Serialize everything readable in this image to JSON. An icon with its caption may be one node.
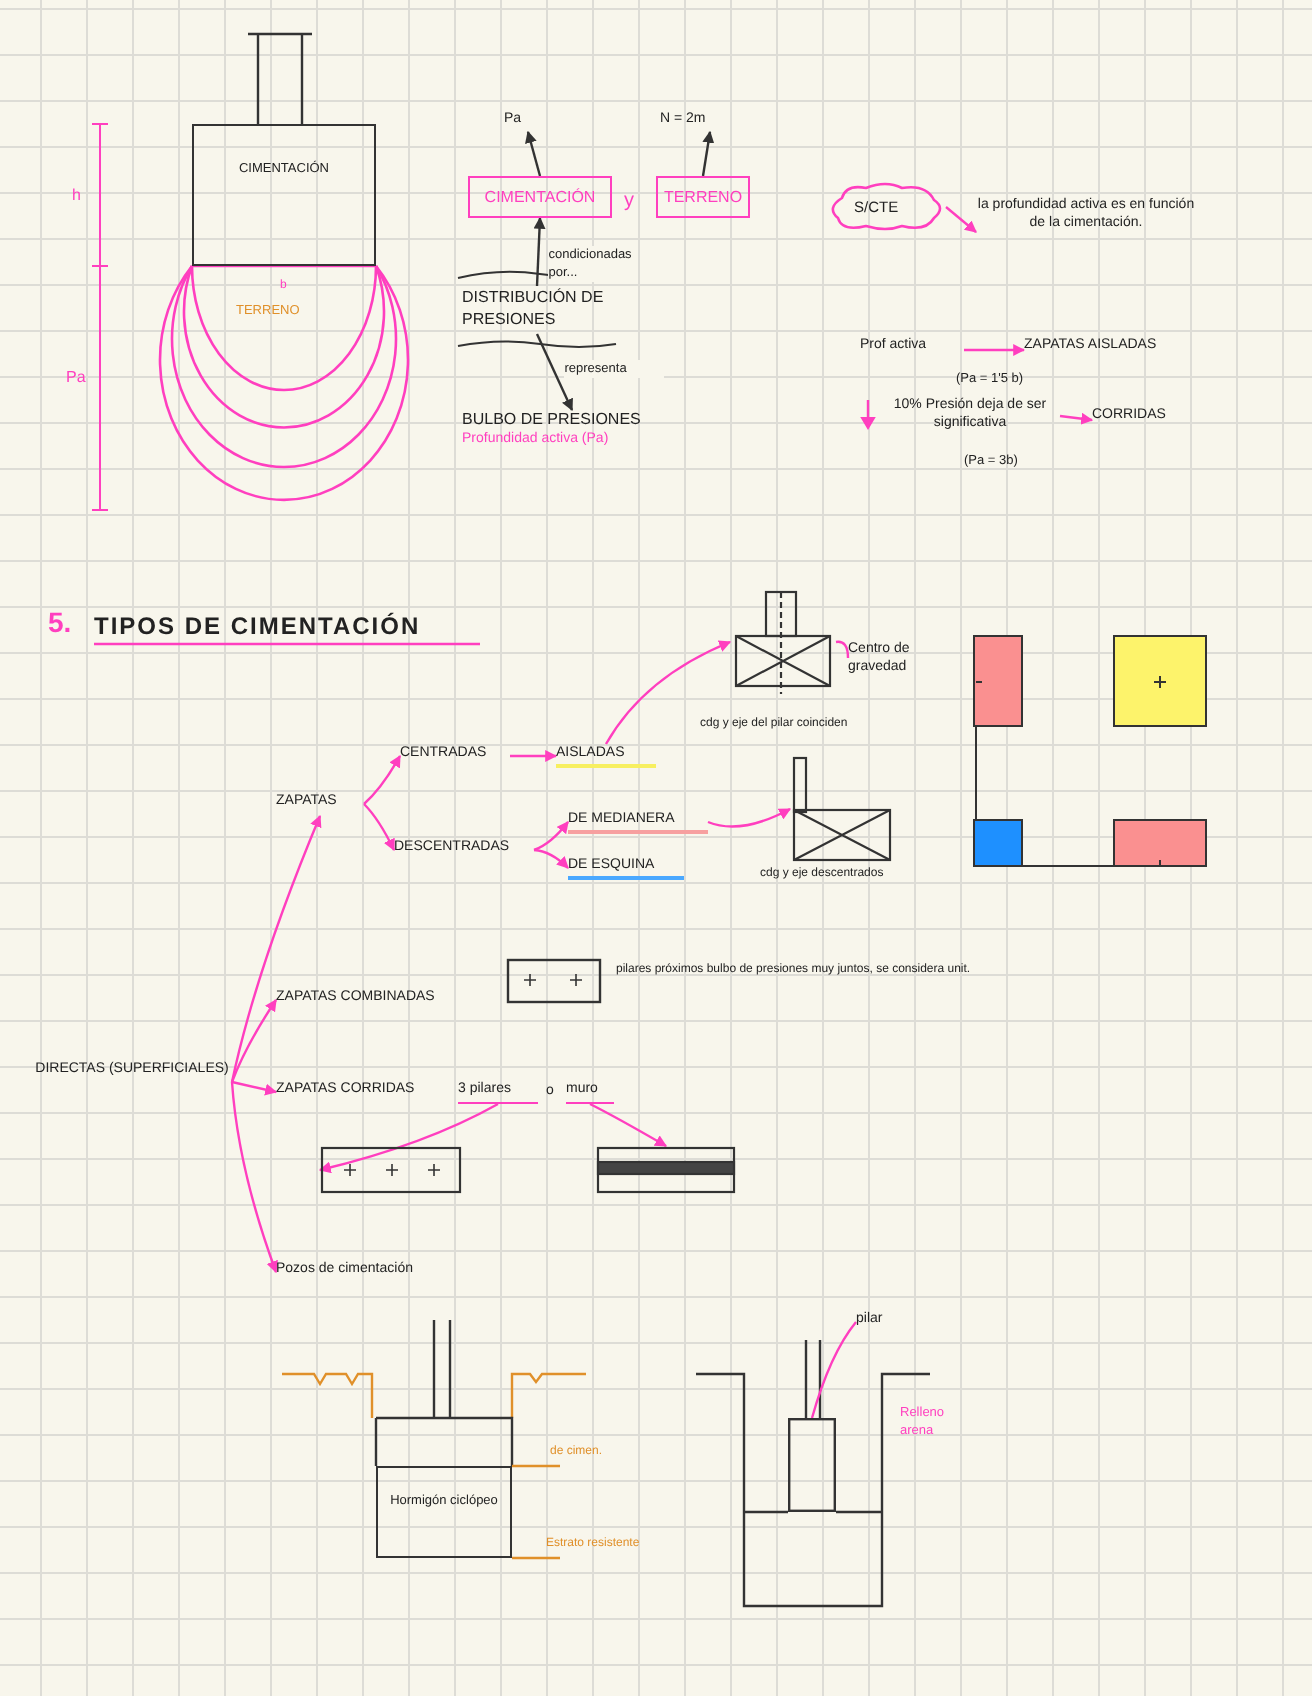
{
  "diagram": {
    "title": "TIPOS DE CIMENTACIÓN",
    "nodes": [
      {
        "text": [
          "CIMENTACIÓN"
        ]
      },
      {
        "text": [
          "Pa"
        ]
      },
      {
        "text": [
          "N = 2m"
        ]
      },
      {
        "text": [
          "CIMENTACIÓN"
        ]
      },
      {
        "text": [
          "TERRENO"
        ]
      },
      {
        "text": [
          "DISTRIBUCIÓN DE PRESIONES"
        ]
      },
      {
        "text": [
          "BULBO DE PRESIONES",
          "Profundidad activa (Pa)"
        ]
      },
      {
        "text": [
          "S/CTE"
        ]
      },
      {
        "text": [
          "la profundidad activa es en función de la cimentación."
        ]
      },
      {
        "text": [
          "Prof activa"
        ]
      },
      {
        "text": [
          "ZAPATAS AISLADAS"
        ]
      },
      {
        "text": [
          "10% Presión deja de ser significativa"
        ]
      },
      {
        "text": [
          "CORRIDAS"
        ]
      },
      {
        "text": [
          "DIRECTAS (SUPERFICIALES)"
        ]
      },
      {
        "text": [
          "ZAPATAS"
        ]
      },
      {
        "text": [
          "CENTRADAS"
        ]
      },
      {
        "text": [
          "AISLADAS"
        ]
      },
      {
        "text": [
          "DESCENTRADAS"
        ]
      },
      {
        "text": [
          "DE MEDIANERA"
        ]
      },
      {
        "text": [
          "DE ESQUINA"
        ]
      },
      {
        "text": [],
        "shape": "picture",
        "beside": [
          "cdg y eje del pilar coinciden"
        ]
      },
      {
        "text": [
          "Centro de gravedad"
        ]
      },
      {
        "text": [],
        "shape": "picture",
        "beside": [
          "cdg y eje descentrados"
        ]
      },
      {
        "text": [
          "ZAPATAS COMBINADAS"
        ]
      },
      {
        "text": [
          "ZAPATAS CORRIDAS"
        ]
      },
      {
        "text": [
          "3 pilares"
        ]
      },
      {
        "text": [
          "muro"
        ]
      },
      {
        "text": [],
        "shape": "picture"
      },
      {
        "text": [],
        "shape": "picture"
      },
      {
        "text": [
          "Pozos de cimentación"
        ]
      },
      {
        "text": [
          "Hormigón ciclópeo"
        ]
      },
      {
        "text": [
          "pilar"
        ]
      },
      {
        "text": [],
        "shape": "box"
      }
    ],
    "edges": [
      {
        "from": 3,
        "to": 1,
        "arrow": "to",
        "color": "#333333"
      },
      {
        "from": 4,
        "to": 2,
        "arrow": "to",
        "color": "#333333"
      },
      {
        "from": 5,
        "to": 3,
        "arrow": "to",
        "label": "condicionadas por...",
        "color": "#333333"
      },
      {
        "from": 5,
        "to": 6,
        "arrow": "to",
        "label": "representa",
        "color": "#333333"
      },
      {
        "from": 7,
        "to": 8,
        "arrow": "to"
      },
      {
        "from": 9,
        "to": 10,
        "arrow": "to"
      },
      {
        "from": 11,
        "to": 12,
        "arrow": "to"
      },
      {
        "from": 13,
        "to": 14,
        "arrow": "to"
      },
      {
        "from": 13,
        "to": 23,
        "arrow": "to"
      },
      {
        "from": 13,
        "to": 24,
        "arrow": "to"
      },
      {
        "from": 13,
        "to": 29,
        "arrow": "to"
      },
      {
        "from": 14,
        "to": 15,
        "arrow": "to"
      },
      {
        "from": 14,
        "to": 17,
        "arrow": "to"
      },
      {
        "from": 15,
        "to": 16,
        "arrow": "to"
      },
      {
        "from": 17,
        "to": 18,
        "arrow": "to"
      },
      {
        "from": 17,
        "to": 19,
        "arrow": "to"
      },
      {
        "from": 16,
        "to": 20,
        "arrow": "to"
      },
      {
        "from": 21,
        "to": 20,
        "arrow": "none"
      },
      {
        "from": 18,
        "to": 22,
        "arrow": "to"
      },
      {
        "from": 25,
        "to": 27,
        "arrow": "to"
      },
      {
        "from": 26,
        "to": 28,
        "arrow": "to"
      },
      {
        "from": 31,
        "to": 32,
        "arrow": "none"
      }
    ],
    "labels": [
      "h",
      "b",
      "TERRENO",
      "Pa",
      "y",
      "(Pa = 1'5 b)",
      "(Pa = 3b)",
      "5.",
      "pilares próximos bulbo de presiones muy juntos, se considera unit.",
      "o",
      "de cimen.",
      "Estrato resistente",
      "Relleno arena"
    ]
  }
}
